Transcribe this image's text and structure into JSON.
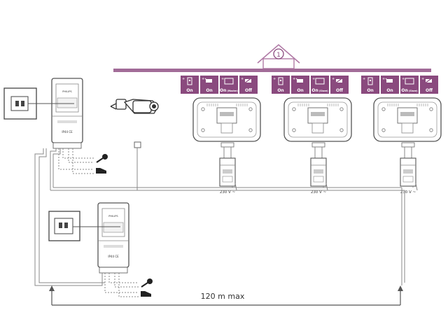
{
  "house": {
    "number": "1"
  },
  "monitors": [
    {
      "switches": [
        {
          "icon": "door-station-icon",
          "label": "On"
        },
        {
          "icon": "camera-icon",
          "label": "On"
        },
        {
          "icon": "monitor-icon",
          "label": "On",
          "sub": "(Master)"
        },
        {
          "icon": "camera-off-icon",
          "label": "Off"
        }
      ],
      "power": "230 V ~"
    },
    {
      "switches": [
        {
          "icon": "door-station-icon",
          "label": "On"
        },
        {
          "icon": "camera-icon",
          "label": "On"
        },
        {
          "icon": "monitor-icon",
          "label": "On",
          "sub": "(Slave)"
        },
        {
          "icon": "camera-off-icon",
          "label": "Off"
        }
      ],
      "power": "230 V ~"
    },
    {
      "switches": [
        {
          "icon": "door-station-icon",
          "label": "On"
        },
        {
          "icon": "camera-icon",
          "label": "On"
        },
        {
          "icon": "monitor-icon",
          "label": "On",
          "sub": "(Slave)"
        },
        {
          "icon": "camera-off-icon",
          "label": "Off"
        }
      ],
      "power": "230 V ~"
    }
  ],
  "outdoor_units": [
    {
      "brand": "PHILIPS",
      "ce_mark": "IP44 CE"
    },
    {
      "brand": "PHILIPS",
      "ce_mark": "IP44 CE"
    }
  ],
  "distance_label": "120 m max",
  "colors": {
    "accent": "#8a4a7e",
    "line": "#888888",
    "box": "#555555"
  }
}
